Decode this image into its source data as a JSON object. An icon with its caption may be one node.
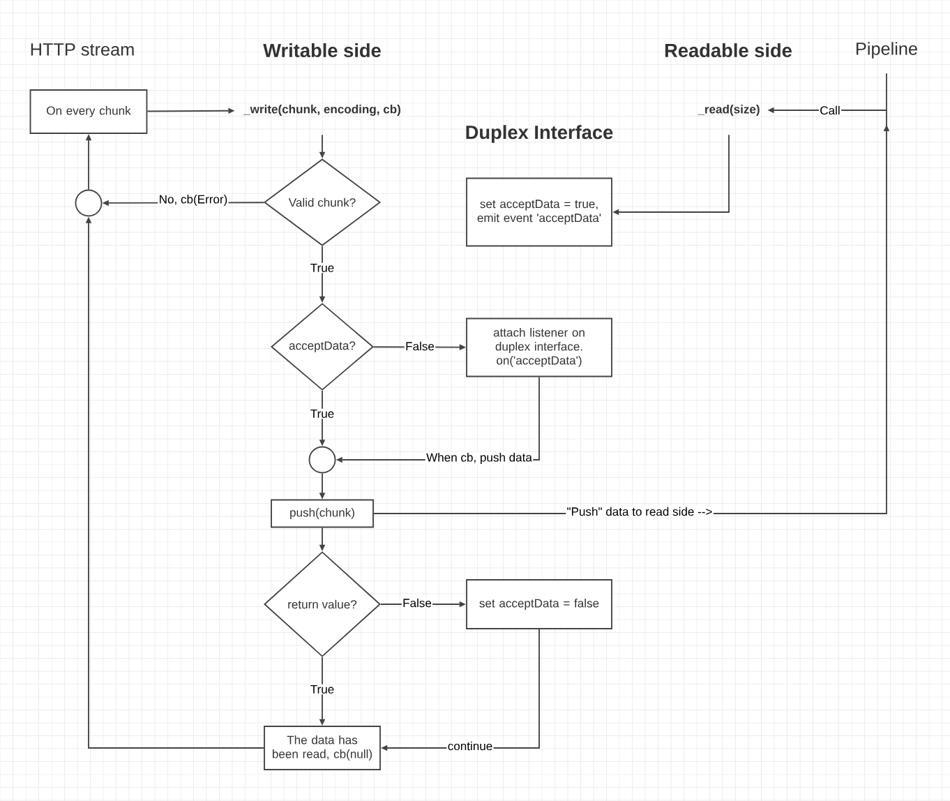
{
  "diagram": {
    "nodes": [
      {
        "text": [
          "On every chunk"
        ]
      },
      {
        "text": [
          "_write(chunk, encoding, cb)"
        ]
      },
      {
        "text": [
          "Valid chunk?"
        ]
      },
      {
        "text": [],
        "shape": "circle"
      },
      {
        "text": [
          "acceptData?"
        ]
      },
      {
        "text": [
          "attach listener on duplex interface. on('acceptData')"
        ]
      },
      {
        "text": [],
        "shape": "circle"
      },
      {
        "text": [
          "push(chunk)"
        ]
      },
      {
        "text": [
          "return value?"
        ]
      },
      {
        "text": [
          "set acceptData = false"
        ]
      },
      {
        "text": [
          "The data has been read, cb(null)"
        ]
      },
      {
        "text": [
          "_read(size)"
        ]
      },
      {
        "text": [
          "set acceptData = true, emit event 'acceptData'"
        ]
      },
      {
        "text": [
          "Pipeline"
        ]
      }
    ],
    "edges": [
      {
        "from": 0,
        "to": 1,
        "arrow": "to"
      },
      {
        "from": 1,
        "to": 2,
        "arrow": "to"
      },
      {
        "from": 2,
        "to": 3,
        "arrow": "to",
        "label": "No, cb(Error)"
      },
      {
        "from": 3,
        "to": 0,
        "arrow": "to"
      },
      {
        "from": 2,
        "to": 4,
        "arrow": "to",
        "label": "True"
      },
      {
        "from": 4,
        "to": 5,
        "arrow": "to",
        "label": "False"
      },
      {
        "from": 4,
        "to": 6,
        "arrow": "to",
        "label": "True"
      },
      {
        "from": 5,
        "to": 6,
        "arrow": "to",
        "label": "When cb, push data"
      },
      {
        "from": 6,
        "to": 7,
        "arrow": "to"
      },
      {
        "from": 7,
        "to": 8,
        "arrow": "to"
      },
      {
        "from": 8,
        "to": 9,
        "arrow": "to",
        "label": "False"
      },
      {
        "from": 8,
        "to": 10,
        "arrow": "to",
        "label": "True"
      },
      {
        "from": 9,
        "to": 10,
        "arrow": "to",
        "label": "continue"
      },
      {
        "from": 10,
        "to": 3,
        "arrow": "to"
      },
      {
        "from": 11,
        "to": 12,
        "arrow": "to"
      },
      {
        "from": 7,
        "to": 13,
        "arrow": "to",
        "label": "\"Push\" data to read side -->"
      },
      {
        "from": 13,
        "to": 11,
        "arrow": "to",
        "label": "Call"
      }
    ],
    "labels": [
      "HTTP stream",
      "Writable side",
      "Readable side",
      "Duplex Interface"
    ]
  }
}
